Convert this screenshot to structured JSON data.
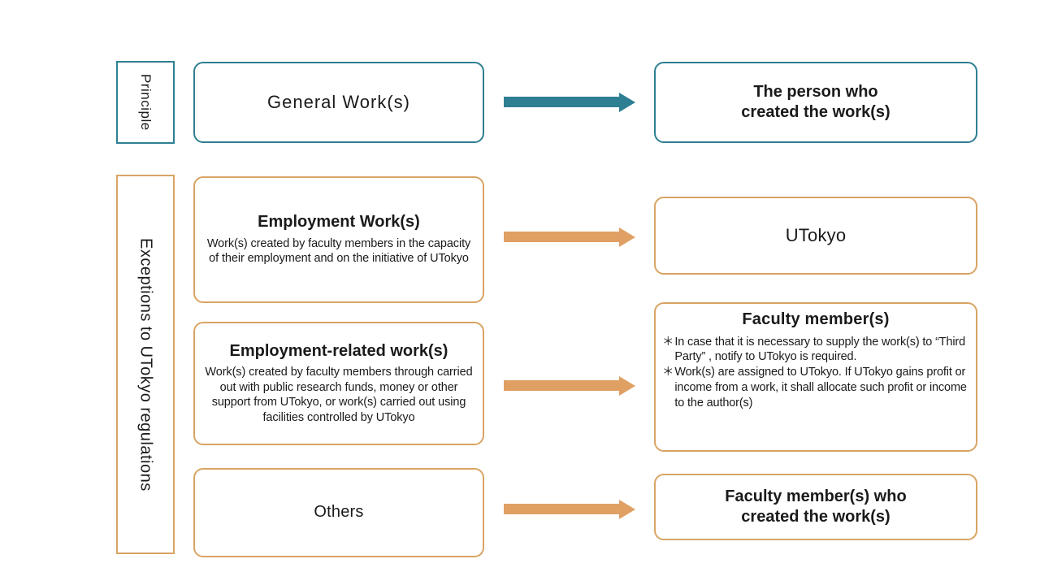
{
  "diagram": {
    "rails": [
      {
        "id": "principle",
        "label": "Principle"
      },
      {
        "id": "exceptions",
        "label": "Exceptions  to  UTokyo  regulations"
      }
    ],
    "rows": [
      {
        "id": "general",
        "source": {
          "title": "General  Work(s)",
          "body": ""
        },
        "arrow": {
          "color": "#2E7F92",
          "name": "teal-arrow"
        },
        "target": {
          "title": "The person who\ncreated the work(s)",
          "body": ""
        }
      },
      {
        "id": "employment",
        "source": {
          "title": "Employment Work(s)",
          "body": "Work(s) created by faculty members in the capacity of their employment and on the initiative of UTokyo"
        },
        "arrow": {
          "color": "#E0A064",
          "name": "orange-arrow"
        },
        "target": {
          "title": "UTokyo",
          "body": ""
        }
      },
      {
        "id": "employment-related",
        "source": {
          "title": "Employment-related work(s)",
          "body": "Work(s) created by faculty members through carried out with public research funds, money or other support from UTokyo, or work(s) carried out using facilities controlled by UTokyo"
        },
        "arrow": {
          "color": "#E0A064",
          "name": "orange-arrow"
        },
        "target": {
          "title": "Faculty member(s)",
          "notes": [
            {
              "mark": "＊",
              "text": "In case that it is necessary to supply the work(s) to  “Third Party” , notify to UTokyo is required."
            },
            {
              "mark": "＊",
              "text": "Work(s) are assigned to UTokyo. If UTokyo gains profit or income from a work, it shall allocate such profit or income to the author(s)"
            }
          ]
        }
      },
      {
        "id": "others",
        "source": {
          "title": "Others",
          "body": ""
        },
        "arrow": {
          "color": "#E0A064",
          "name": "orange-arrow"
        },
        "target": {
          "title": "Faculty member(s) who\ncreated the work(s)",
          "body": ""
        }
      }
    ],
    "colors": {
      "teal": "#2E7F92",
      "orange_border": "#D9A463",
      "orange_arrow": "#E0A064",
      "background": "#FFFFFF",
      "text": "#1A1A1A"
    }
  }
}
